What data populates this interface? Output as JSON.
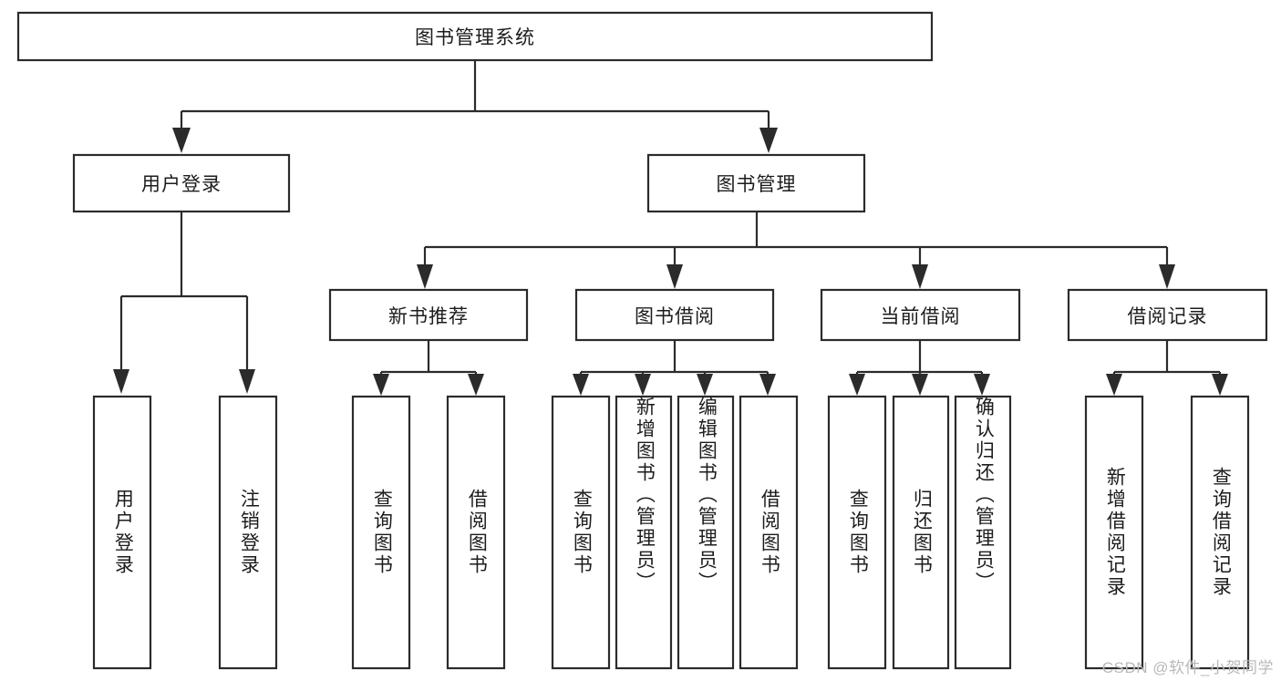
{
  "diagram": {
    "type": "tree-hierarchy-diagram",
    "title": "图书管理系统",
    "orientation": "top-down",
    "colors": {
      "box_stroke": "#2b2b2b",
      "box_fill": "#ffffff",
      "connector": "#2b2b2b",
      "text": "#1c1c1c",
      "background": "#ffffff",
      "watermark": "#b9b9b9"
    },
    "root": {
      "label": "图书管理系统"
    },
    "level2": [
      {
        "label": "用户登录"
      },
      {
        "label": "图书管理"
      }
    ],
    "level3": [
      {
        "label": "新书推荐"
      },
      {
        "label": "图书借阅"
      },
      {
        "label": "当前借阅"
      },
      {
        "label": "借阅记录"
      }
    ],
    "leaves_user_login": [
      {
        "label": "用户登录"
      },
      {
        "label": "注销登录"
      }
    ],
    "leaves_new_book": [
      {
        "label": "查询图书"
      },
      {
        "label": "借阅图书"
      }
    ],
    "leaves_borrow": [
      {
        "label": "查询图书"
      },
      {
        "label": "新增图书（管理员）"
      },
      {
        "label": "编辑图书（管理员）"
      },
      {
        "label": "借阅图书"
      }
    ],
    "leaves_current": [
      {
        "label": "查询图书"
      },
      {
        "label": "归还图书"
      },
      {
        "label": "确认归还（管理员）"
      }
    ],
    "leaves_records": [
      {
        "label": "新增借阅记录"
      },
      {
        "label": "查询借阅记录"
      }
    ]
  },
  "watermark": {
    "text": "CSDN @软件_小贺同学"
  }
}
